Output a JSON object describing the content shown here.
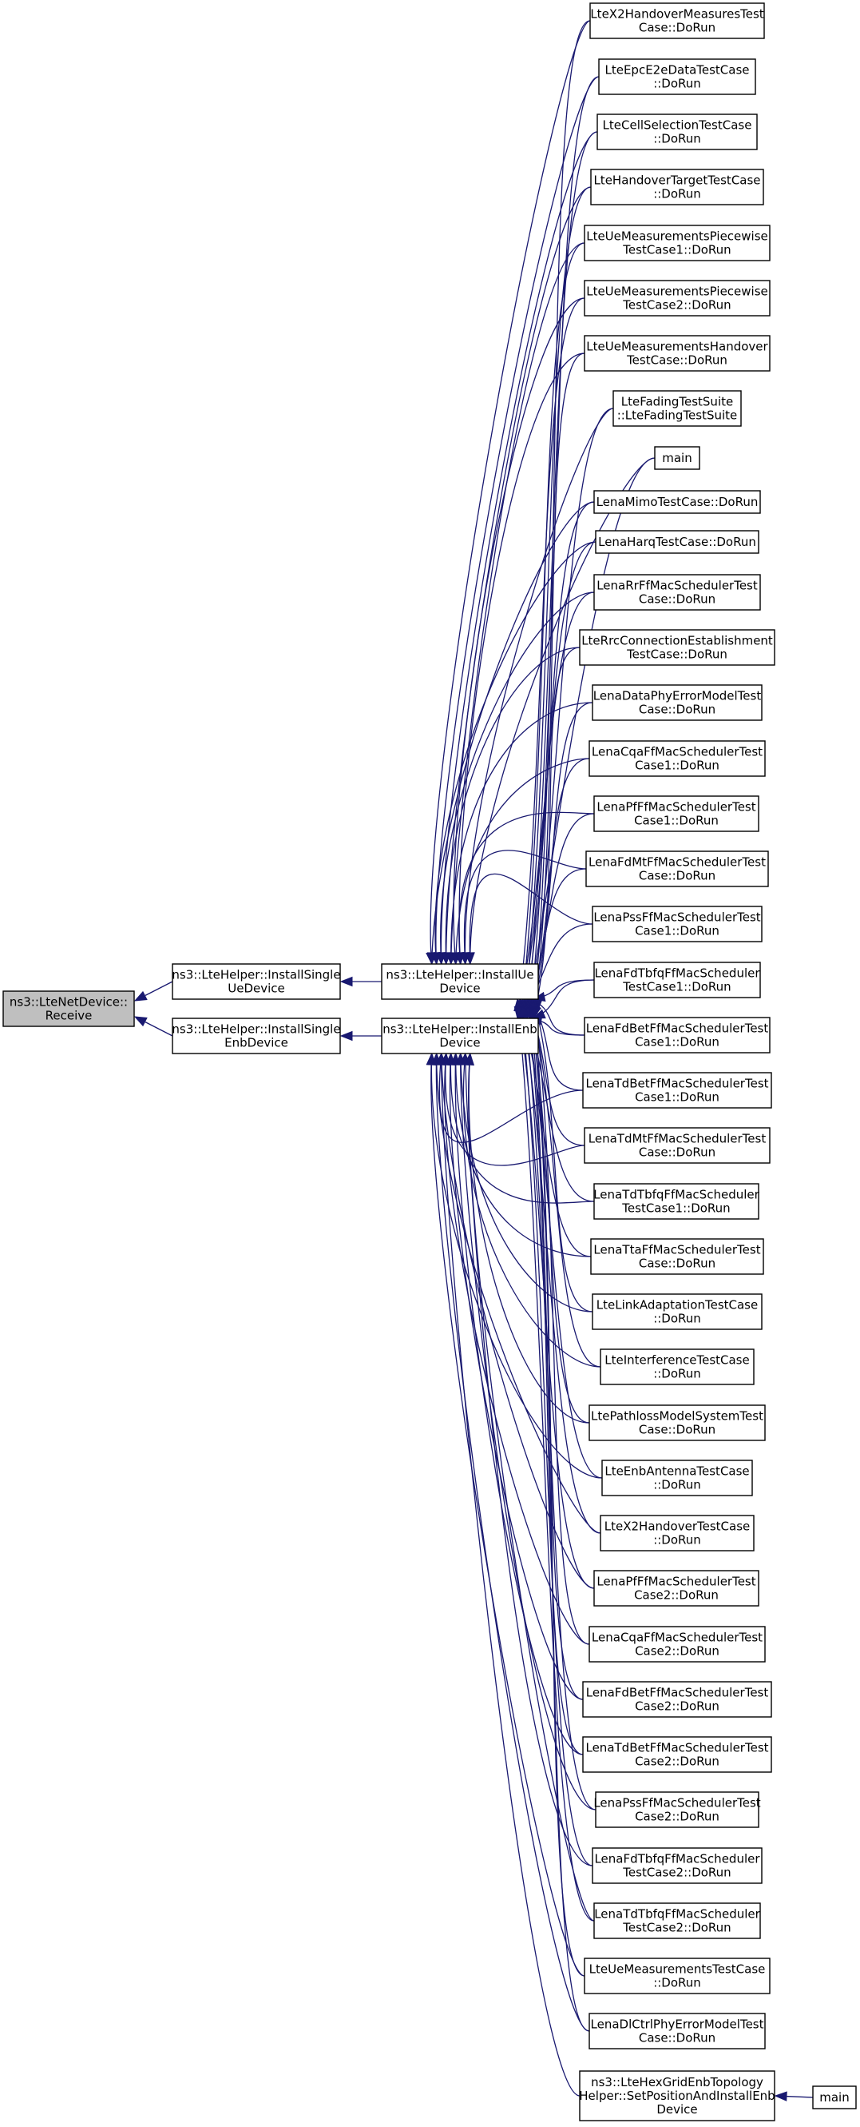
{
  "nodes": {
    "root": [
      "ns3::LteNetDevice::",
      "Receive"
    ],
    "single_ue": [
      "ns3::LteHelper::InstallSingle",
      "UeDevice"
    ],
    "single_enb": [
      "ns3::LteHelper::InstallSingle",
      "EnbDevice"
    ],
    "install_ue": [
      "ns3::LteHelper::InstallUe",
      "Device"
    ],
    "install_enb": [
      "ns3::LteHelper::InstallEnb",
      "Device"
    ],
    "main_right": [
      "main"
    ],
    "c0": [
      "LteX2HandoverMeasuresTest",
      "Case::DoRun"
    ],
    "c1": [
      "LteEpcE2eDataTestCase",
      "::DoRun"
    ],
    "c2": [
      "LteCellSelectionTestCase",
      "::DoRun"
    ],
    "c3": [
      "LteHandoverTargetTestCase",
      "::DoRun"
    ],
    "c4": [
      "LteUeMeasurementsPiecewise",
      "TestCase1::DoRun"
    ],
    "c5": [
      "LteUeMeasurementsPiecewise",
      "TestCase2::DoRun"
    ],
    "c6": [
      "LteUeMeasurementsHandover",
      "TestCase::DoRun"
    ],
    "c7": [
      "LteFadingTestSuite",
      "::LteFadingTestSuite"
    ],
    "c8": [
      "main"
    ],
    "c9": [
      "LenaMimoTestCase::DoRun"
    ],
    "c10": [
      "LenaHarqTestCase::DoRun"
    ],
    "c11": [
      "LenaRrFfMacSchedulerTest",
      "Case::DoRun"
    ],
    "c12": [
      "LteRrcConnectionEstablishment",
      "TestCase::DoRun"
    ],
    "c13": [
      "LenaDataPhyErrorModelTest",
      "Case::DoRun"
    ],
    "c14": [
      "LenaCqaFfMacSchedulerTest",
      "Case1::DoRun"
    ],
    "c15": [
      "LenaPfFfMacSchedulerTest",
      "Case1::DoRun"
    ],
    "c16": [
      "LenaFdMtFfMacSchedulerTest",
      "Case::DoRun"
    ],
    "c17": [
      "LenaPssFfMacSchedulerTest",
      "Case1::DoRun"
    ],
    "c18": [
      "LenaFdTbfqFfMacScheduler",
      "TestCase1::DoRun"
    ],
    "c19": [
      "LenaFdBetFfMacSchedulerTest",
      "Case1::DoRun"
    ],
    "c20": [
      "LenaTdBetFfMacSchedulerTest",
      "Case1::DoRun"
    ],
    "c21": [
      "LenaTdMtFfMacSchedulerTest",
      "Case::DoRun"
    ],
    "c22": [
      "LenaTdTbfqFfMacScheduler",
      "TestCase1::DoRun"
    ],
    "c23": [
      "LenaTtaFfMacSchedulerTest",
      "Case::DoRun"
    ],
    "c24": [
      "LteLinkAdaptationTestCase",
      "::DoRun"
    ],
    "c25": [
      "LteInterferenceTestCase",
      "::DoRun"
    ],
    "c26": [
      "LtePathlossModelSystemTest",
      "Case::DoRun"
    ],
    "c27": [
      "LteEnbAntennaTestCase",
      "::DoRun"
    ],
    "c28": [
      "LteX2HandoverTestCase",
      "::DoRun"
    ],
    "c29": [
      "LenaPfFfMacSchedulerTest",
      "Case2::DoRun"
    ],
    "c30": [
      "LenaCqaFfMacSchedulerTest",
      "Case2::DoRun"
    ],
    "c31": [
      "LenaFdBetFfMacSchedulerTest",
      "Case2::DoRun"
    ],
    "c32": [
      "LenaTdBetFfMacSchedulerTest",
      "Case2::DoRun"
    ],
    "c33": [
      "LenaPssFfMacSchedulerTest",
      "Case2::DoRun"
    ],
    "c34": [
      "LenaFdTbfqFfMacScheduler",
      "TestCase2::DoRun"
    ],
    "c35": [
      "LenaTdTbfqFfMacScheduler",
      "TestCase2::DoRun"
    ],
    "c36": [
      "LteUeMeasurementsTestCase",
      "::DoRun"
    ],
    "c37": [
      "LenaDlCtrlPhyErrorModelTest",
      "Case::DoRun"
    ],
    "c38": [
      "ns3::LteHexGridEnbTopology",
      "Helper::SetPositionAndInstallEnb",
      "Device"
    ]
  },
  "edges": [
    {
      "from": "single_ue",
      "to": "root"
    },
    {
      "from": "single_enb",
      "to": "root"
    },
    {
      "from": "install_ue",
      "to": "single_ue"
    },
    {
      "from": "install_enb",
      "to": "single_enb"
    },
    {
      "from": "main_right",
      "to": "c38"
    },
    {
      "callers": [
        "c0",
        "c1",
        "c2",
        "c3",
        "c4",
        "c5",
        "c6",
        "c7",
        "c8",
        "c9",
        "c10",
        "c11",
        "c12",
        "c13",
        "c14",
        "c15",
        "c16",
        "c17",
        "c18",
        "c19",
        "c20",
        "c21",
        "c22",
        "c23",
        "c24",
        "c25",
        "c26",
        "c27",
        "c28",
        "c29",
        "c30",
        "c31",
        "c32",
        "c33",
        "c34",
        "c35",
        "c36",
        "c37"
      ],
      "to": "install_ue"
    },
    {
      "callers": [
        "c0",
        "c1",
        "c2",
        "c3",
        "c4",
        "c5",
        "c6",
        "c7",
        "c8",
        "c9",
        "c10",
        "c11",
        "c12",
        "c13",
        "c14",
        "c15",
        "c16",
        "c17",
        "c18",
        "c19",
        "c20",
        "c21",
        "c22",
        "c23",
        "c24",
        "c25",
        "c26",
        "c27",
        "c28",
        "c29",
        "c30",
        "c31",
        "c32",
        "c33",
        "c34",
        "c35",
        "c36",
        "c37",
        "c38"
      ],
      "to": "install_enb"
    }
  ]
}
